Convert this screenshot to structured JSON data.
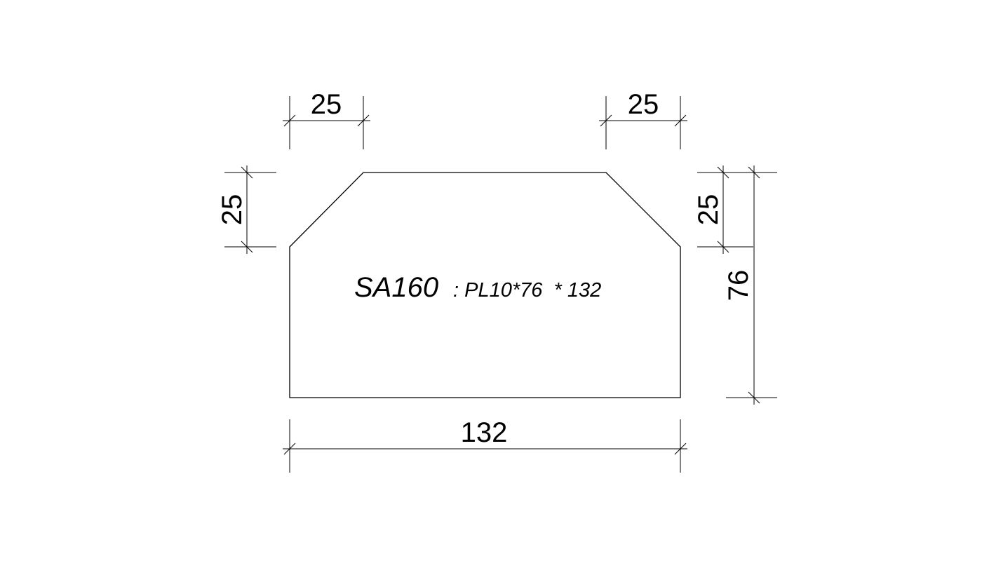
{
  "drawing": {
    "part_label": {
      "mark": "SA160",
      "spec": ": PL10*76  * 132"
    },
    "dimensions": {
      "top_left_chamfer_width": "25",
      "top_right_chamfer_width": "25",
      "left_chamfer_height": "25",
      "right_chamfer_height": "25",
      "total_height": "76",
      "total_width": "132"
    }
  }
}
